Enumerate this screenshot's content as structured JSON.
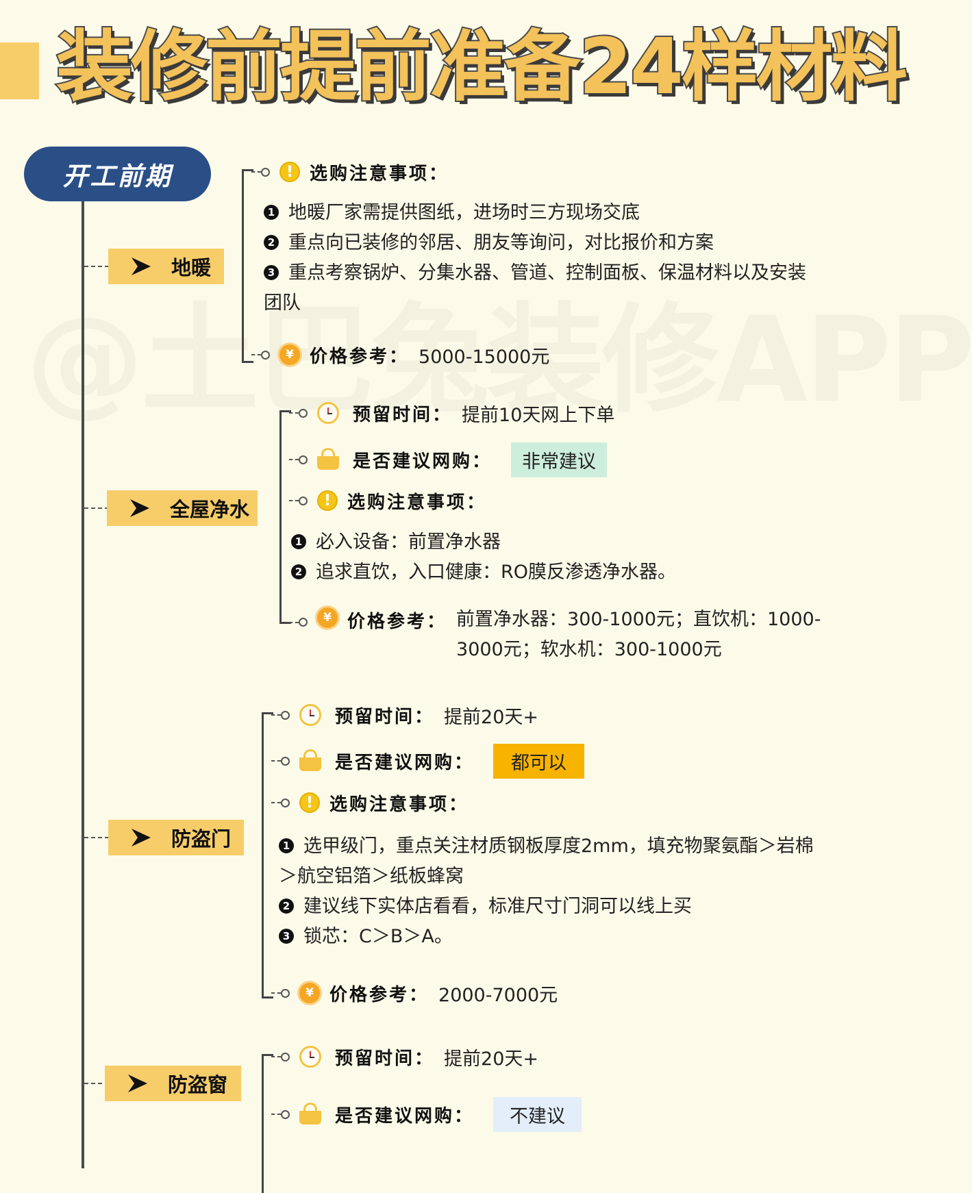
{
  "title": "装修前提前准备24样材料",
  "watermark": "@土巴兔装修APP",
  "phase": "开工前期",
  "icons": {
    "note": "warning-icon",
    "price": "yen-coin-icon",
    "time": "clock-icon",
    "online": "basket-icon"
  },
  "colors": {
    "tag": "#f7cd6a",
    "phase": "#2a4f87",
    "very_recommend": "#cdeedd",
    "either": "#f8b300",
    "not_recommend": "#e4eefb"
  },
  "items": [
    {
      "name": "地暖",
      "note_label": "选购注意事项：",
      "notes": [
        {
          "n": "1",
          "text": "地暖厂家需提供图纸，进场时三方现场交底"
        },
        {
          "n": "2",
          "text": "重点向已装修的邻居、朋友等询问，对比报价和方案"
        },
        {
          "n": "3",
          "text": "重点考察锅炉、分集水器、管道、控制面板、保温材料以及安装"
        }
      ],
      "note_cont": "团队",
      "price_label": "价格参考：",
      "price": "5000-15000元"
    },
    {
      "name": "全屋净水",
      "time_label": "预留时间：",
      "time": "提前10天网上下单",
      "online_label": "是否建议网购：",
      "online": "非常建议",
      "note_label": "选购注意事项：",
      "notes": [
        {
          "n": "1",
          "text": "必入设备：前置净水器"
        },
        {
          "n": "2",
          "text": "追求直饮，入口健康：RO膜反渗透净水器。"
        }
      ],
      "price_label": "价格参考：",
      "price": "前置净水器：300-1000元；直饮机：1000-",
      "price_cont": "3000元；软水机：300-1000元"
    },
    {
      "name": "防盗门",
      "time_label": "预留时间：",
      "time": "提前20天+",
      "online_label": "是否建议网购：",
      "online": "都可以",
      "note_label": "选购注意事项：",
      "notes": [
        {
          "n": "1",
          "text": "选甲级门，重点关注材质钢板厚度2mm，填充物聚氨酯＞岩棉"
        },
        {
          "n": "2",
          "text": "建议线下实体店看看，标准尺寸门洞可以线上买"
        },
        {
          "n": "3",
          "text": "锁芯：C＞B＞A。"
        }
      ],
      "note_cont": "＞航空铝箔＞纸板蜂窝",
      "price_label": "价格参考：",
      "price": "2000-7000元"
    },
    {
      "name": "防盗窗",
      "time_label": "预留时间：",
      "time": "提前20天+",
      "online_label": "是否建议网购：",
      "online": "不建议"
    }
  ]
}
